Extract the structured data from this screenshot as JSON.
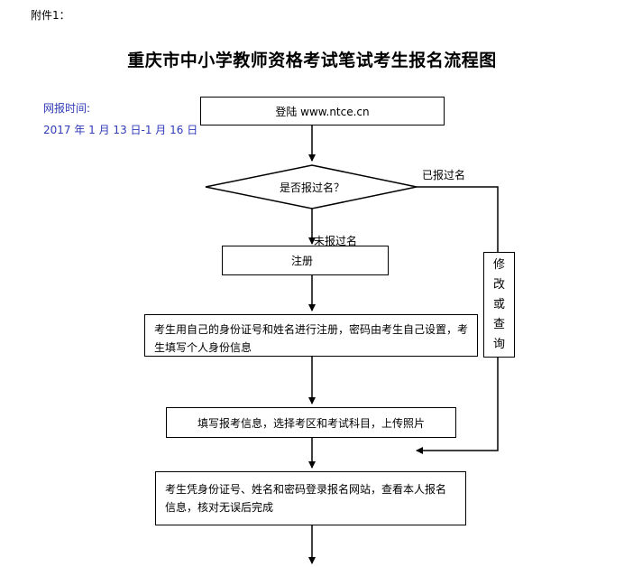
{
  "attachment": "附件1：",
  "title": "重庆市中小学教师资格考试笔试考生报名流程图",
  "period": {
    "label": "网报时间:",
    "value": "2017 年 1 月 13 日-1 月 16 日"
  },
  "flow": {
    "login": "登陆 www.ntce.cn",
    "decision": "是否报过名？",
    "yes_label": "已报过名",
    "no_label": "未报过名",
    "register": "注册",
    "register_detail": "考生用自己的身份证号和姓名进行注册，密码由考生自己设置，考生填写个人身份信息",
    "fill_info": "填写报考信息，选择考区和考试科目，上传照片",
    "login_check": "考生凭身份证号、姓名和密码登录报名网站，查看本人报名信息，核对无误后完成",
    "modify_chars": [
      "修",
      "改",
      "或",
      "查",
      "询"
    ]
  }
}
